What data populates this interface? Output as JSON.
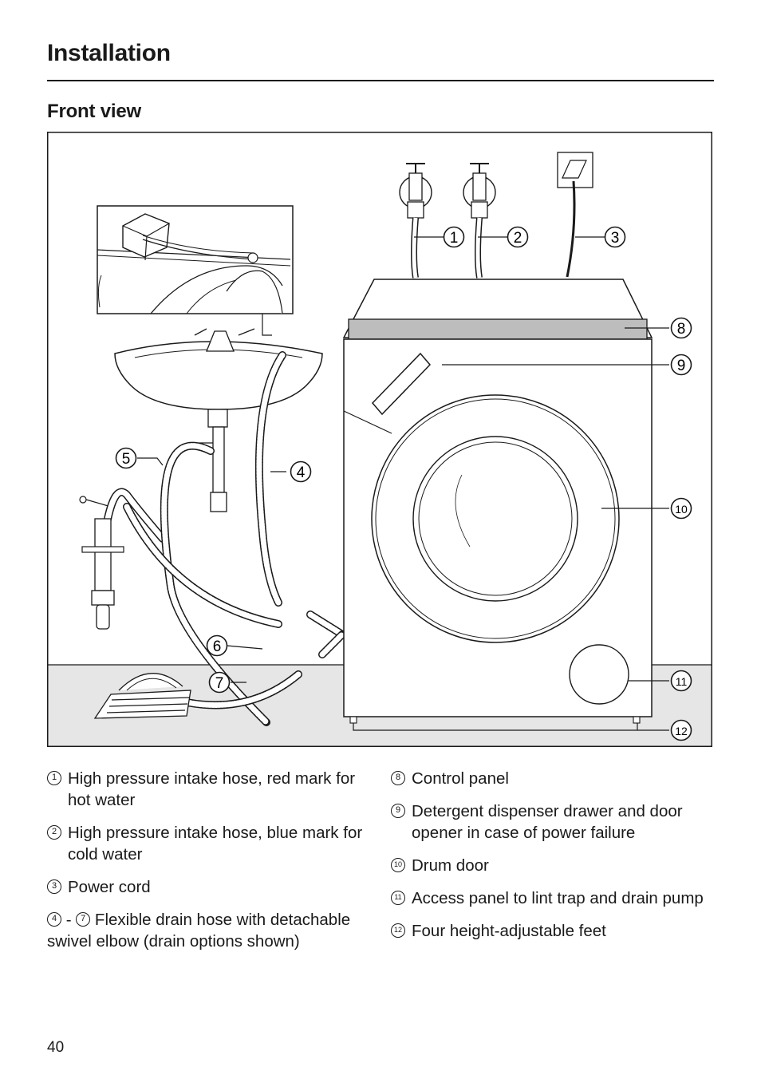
{
  "heading": "Installation",
  "subheading": "Front view",
  "callouts": [
    "1",
    "2",
    "3",
    "4",
    "5",
    "6",
    "7",
    "8",
    "9",
    "10",
    "11",
    "12"
  ],
  "legend": {
    "left": [
      {
        "num": "1",
        "text": "High pressure intake hose, red mark for hot water"
      },
      {
        "num": "2",
        "text": "High pressure intake hose, blue mark for cold water"
      },
      {
        "num": "3",
        "text": "Power cord"
      },
      {
        "num": "4",
        "num_to": "7",
        "sep": " - ",
        "text": "Flexible drain hose with detachable swivel elbow (drain options shown)"
      }
    ],
    "right": [
      {
        "num": "8",
        "text": "Control panel"
      },
      {
        "num": "9",
        "text": "Detergent dispenser drawer and door opener in case of power failure"
      },
      {
        "num": "10",
        "text": "Drum door"
      },
      {
        "num": "11",
        "text": "Access panel to lint trap and drain pump"
      },
      {
        "num": "12",
        "text": "Four height-adjustable feet"
      }
    ]
  },
  "page_number": "40"
}
